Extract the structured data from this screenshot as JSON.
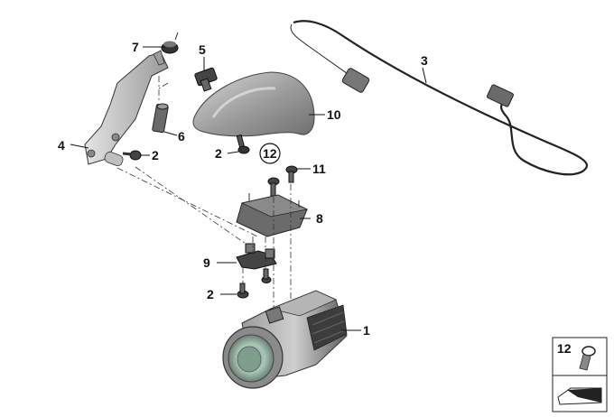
{
  "callouts": {
    "c1": "1",
    "c2a": "2",
    "c2b": "2",
    "c2c": "2",
    "c3": "3",
    "c4": "4",
    "c5": "5",
    "c6": "6",
    "c7": "7",
    "c8": "8",
    "c9": "9",
    "c10": "10",
    "c11": "11",
    "c12": "12"
  },
  "legend_box": {
    "label": "12"
  },
  "colors": {
    "metal_dark": "#7a7a7a",
    "metal_light": "#c4c4c4",
    "plastic": "#8c8c8c",
    "lens": "#a8c6b4",
    "line": "#111111"
  }
}
